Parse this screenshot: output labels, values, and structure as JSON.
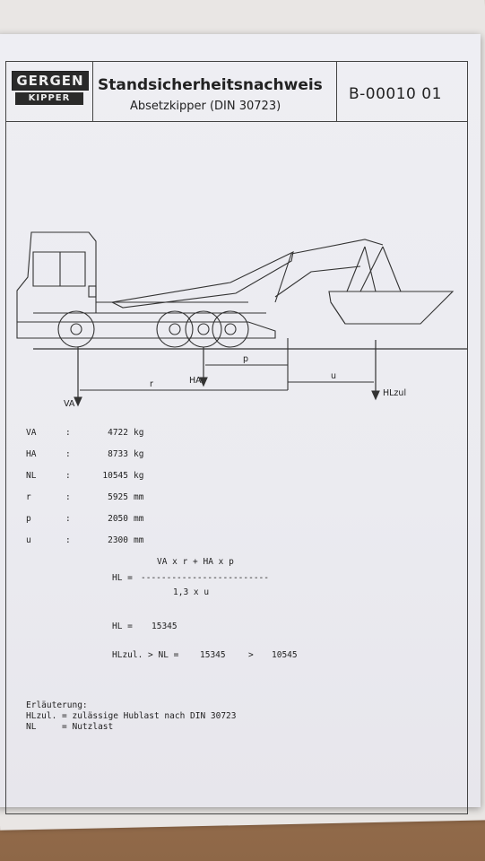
{
  "header": {
    "logo_top": "GERGEN",
    "logo_bottom": "KIPPER",
    "title": "Standsicherheitsnachweis",
    "subtitle": "Absetzkipper (DIN 30723)",
    "doc_number": "B-00010 01"
  },
  "diagram_labels": {
    "va": "VA",
    "ha": "HA",
    "r": "r",
    "p": "p",
    "u": "u",
    "hlzul": "HLzul"
  },
  "values": [
    {
      "name": "VA",
      "sep": ":",
      "value": "4722",
      "unit": "kg"
    },
    {
      "name": "HA",
      "sep": ":",
      "value": "8733",
      "unit": "kg"
    },
    {
      "name": "NL",
      "sep": ":",
      "value": "10545",
      "unit": "kg"
    },
    {
      "name": "r",
      "sep": ":",
      "value": "5925",
      "unit": "mm"
    },
    {
      "name": "p",
      "sep": ":",
      "value": "2050",
      "unit": "mm"
    },
    {
      "name": "u",
      "sep": ":",
      "value": "2300",
      "unit": "mm"
    }
  ],
  "formula": {
    "numerator": "VA x r + HA x p",
    "lhs": "HL =",
    "divider": "-------------------------",
    "denominator": "1,3 x u",
    "result_label": "HL =",
    "result_value": "15345",
    "compare_label": "HLzul. > NL =",
    "compare_left": "15345",
    "compare_op": ">",
    "compare_right": "10545"
  },
  "legend": {
    "heading": "Erläuterung:",
    "line1": "HLzul. = zulässige Hublast nach DIN 30723",
    "line2": "NL     = Nutzlast"
  }
}
